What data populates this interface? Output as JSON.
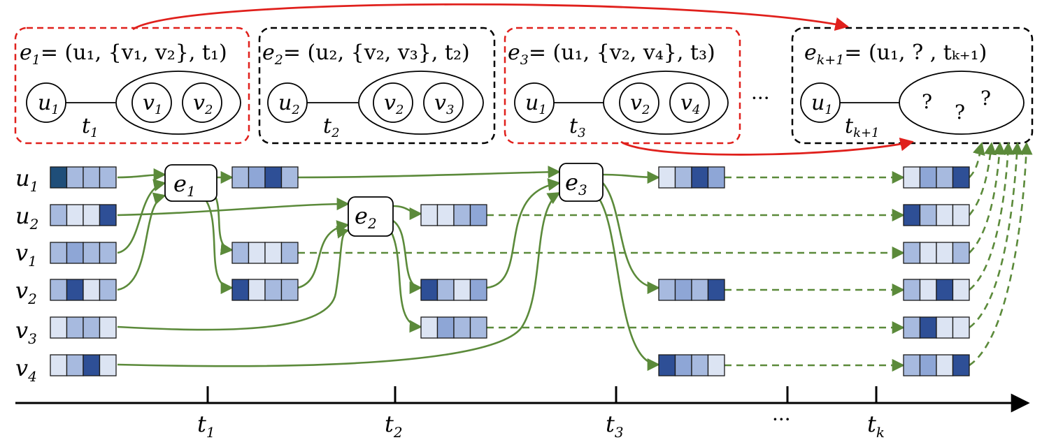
{
  "colors": {
    "red": "#e0201c",
    "green": "#5b8a3a",
    "cell_light": "#dce4f3",
    "cell_mid": "#a7badf",
    "cell_medium": "#8ea6d6",
    "cell_dark": "#2e4f96",
    "cell_darkest": "#1f4e79"
  },
  "events": [
    {
      "label_e": "e",
      "label_sub": "1",
      "formula": "= (u₁, {v₁, v₂}, t₁)",
      "src": "u",
      "src_sub": "1",
      "dst": [
        [
          "v",
          "1"
        ],
        [
          "v",
          "2"
        ]
      ],
      "edge_t": "t",
      "edge_t_sub": "1",
      "border": "red"
    },
    {
      "label_e": "e",
      "label_sub": "2",
      "formula": "= (u₂, {v₂, v₃}, t₂)",
      "src": "u",
      "src_sub": "2",
      "dst": [
        [
          "v",
          "2"
        ],
        [
          "v",
          "3"
        ]
      ],
      "edge_t": "t",
      "edge_t_sub": "2",
      "border": "black"
    },
    {
      "label_e": "e",
      "label_sub": "3",
      "formula": "= (u₁, {v₂, v₄}, t₃)",
      "src": "u",
      "src_sub": "1",
      "dst": [
        [
          "v",
          "2"
        ],
        [
          "v",
          "4"
        ]
      ],
      "edge_t": "t",
      "edge_t_sub": "3",
      "border": "red"
    },
    {
      "label_e": "e",
      "label_sub": "k+1",
      "formula": "= (u₁, ? , tₖ₊₁)",
      "src": "u",
      "src_sub": "1",
      "dst": [],
      "edge_t": "t",
      "edge_t_sub": "k+1",
      "border": "black"
    }
  ],
  "ellipsis": "···",
  "question_marks": [
    "?",
    "?",
    "?"
  ],
  "node_rows": [
    {
      "name": "u",
      "sub": "1"
    },
    {
      "name": "u",
      "sub": "2"
    },
    {
      "name": "v",
      "sub": "1"
    },
    {
      "name": "v",
      "sub": "2"
    },
    {
      "name": "v",
      "sub": "3"
    },
    {
      "name": "v",
      "sub": "4"
    }
  ],
  "event_nodes": [
    {
      "e": "e",
      "sub": "1"
    },
    {
      "e": "e",
      "sub": "2"
    },
    {
      "e": "e",
      "sub": "3"
    }
  ],
  "timeline": [
    {
      "t": "t",
      "sub": "1"
    },
    {
      "t": "t",
      "sub": "2"
    },
    {
      "t": "t",
      "sub": "3"
    },
    {
      "t": "···",
      "sub": ""
    },
    {
      "t": "t",
      "sub": "k"
    }
  ]
}
